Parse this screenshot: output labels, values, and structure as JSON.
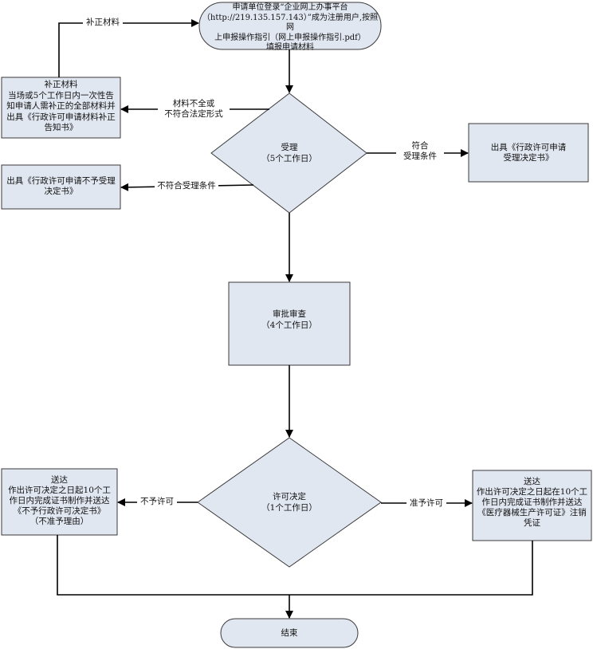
{
  "colors": {
    "fill": "#e1e7f1",
    "stroke": "#3a3a3a",
    "line": "#000000"
  },
  "nodes": {
    "start": "申请单位登录“企业网上办事平台\n（http://219.135.157.143）”成为注册用户,按照网\n上申报操作指引（网上申报操作指引.pdf）\n填报申请材料",
    "supplement": "补正材料\n当场或5个工作日内一次性告\n知申请人需补正的全部材料并\n出具《行政许可申请材料补正\n告知书》",
    "accept": "受理\n（5个工作日）",
    "accept_notice": "出具《行政许可申请\n受理决定书》",
    "reject_notice": "出具《行政许可申请不予受理\n决定书》",
    "review": "审批审查\n（4个工作日）",
    "decision": "许可决定\n（1个工作日）",
    "deny_delivery": "送达\n作出许可决定之日起10个工\n作日内完成证书制作并送达\n《不予行政许可决定书》\n（不准予理由）",
    "grant_delivery": "送达\n作出许可决定之日起在10个工\n作日内完成证书制作并送达\n《医疗器械生产许可证》注销\n凭证",
    "end": "结束"
  },
  "edges": {
    "resubmit": "补正材料",
    "incomplete": "材料不全或\n不符合法定形式",
    "meets": "符合\n受理条件",
    "not_meets": "不符合受理条件",
    "deny": "不予许可",
    "grant": "准予许可"
  }
}
